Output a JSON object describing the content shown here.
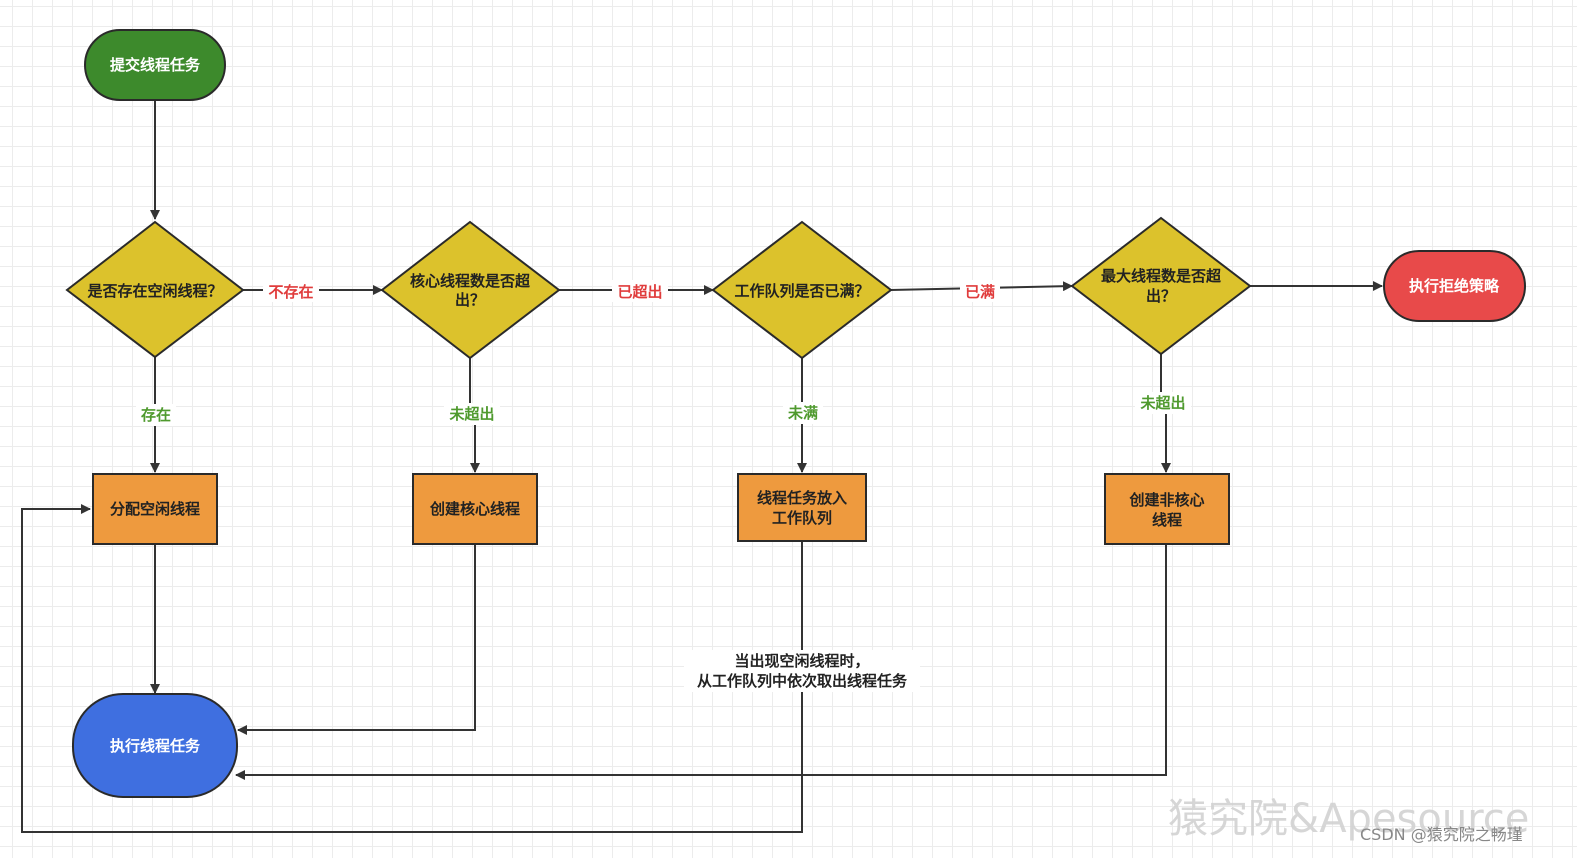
{
  "colors": {
    "start": "#3d8a2c",
    "decision": "#dcc22c",
    "process": "#ee9a3e",
    "end_execute": "#3f6fe0",
    "end_reject": "#e84a4a",
    "label_red": "#e03c3c",
    "label_green": "#4f9a2e",
    "line": "#333333"
  },
  "nodes": {
    "submit_task": "提交线程任务",
    "check_idle": "是否存在空闲线程？",
    "check_core_1": "核心线程数是否超",
    "check_core_2": "出？",
    "check_queue": "工作队列是否已满？",
    "check_max_1": "最大线程数是否超",
    "check_max_2": "出？",
    "reject_policy": "执行拒绝策略",
    "assign_idle": "分配空闲线程",
    "create_core": "创建核心线程",
    "enqueue_1": "线程任务放入",
    "enqueue_2": "工作队列",
    "create_noncore_1": "创建非核心",
    "create_noncore_2": "线程",
    "execute_task": "执行线程任务"
  },
  "edges": {
    "not_exist": "不存在",
    "exceeded": "已超出",
    "full": "已满",
    "exist": "存在",
    "not_exceeded": "未超出",
    "not_full": "未满",
    "not_exceeded_2": "未超出",
    "dequeue_note_1": "当出现空闲线程时，",
    "dequeue_note_2": "从工作队列中依次取出线程任务"
  },
  "watermark": {
    "main": "猿究院&Apesource",
    "sub": "CSDN @猿究院之畅瑾"
  }
}
